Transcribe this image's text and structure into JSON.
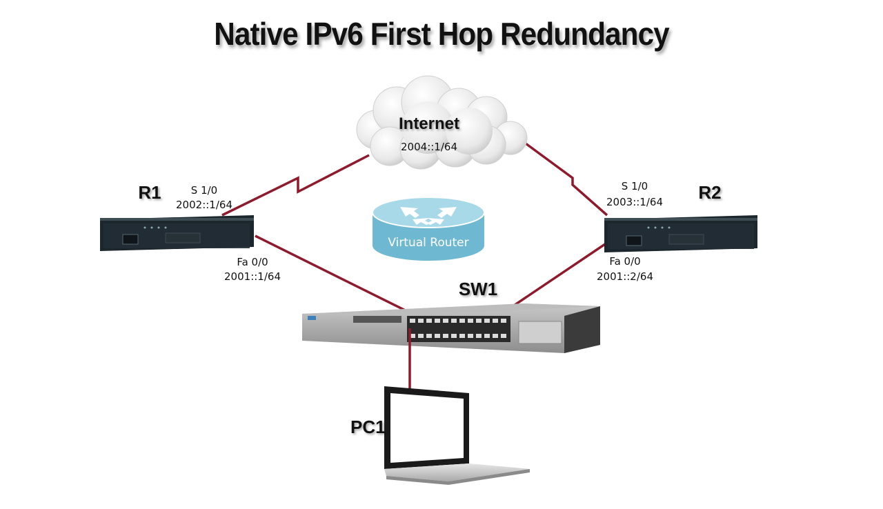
{
  "title": "Native IPv6 First Hop Redundancy",
  "internet": {
    "name": "Internet",
    "address": "2004::1/64"
  },
  "r1": {
    "name": "R1",
    "serial_if": "S 1/0",
    "serial_addr": "2002::1/64",
    "fa_if": "Fa 0/0",
    "fa_addr": "2001::1/64"
  },
  "r2": {
    "name": "R2",
    "serial_if": "S 1/0",
    "serial_addr": "2003::1/64",
    "fa_if": "Fa 0/0",
    "fa_addr": "2001::2/64"
  },
  "virtual_router": {
    "label": "Virtual Router"
  },
  "sw1": {
    "name": "SW1"
  },
  "pc1": {
    "name": "PC1"
  },
  "colors": {
    "link": "#8e1a2c",
    "router_body": "#1e2a30",
    "vr_top": "#a8d9e8",
    "vr_side": "#6fb8d1"
  }
}
